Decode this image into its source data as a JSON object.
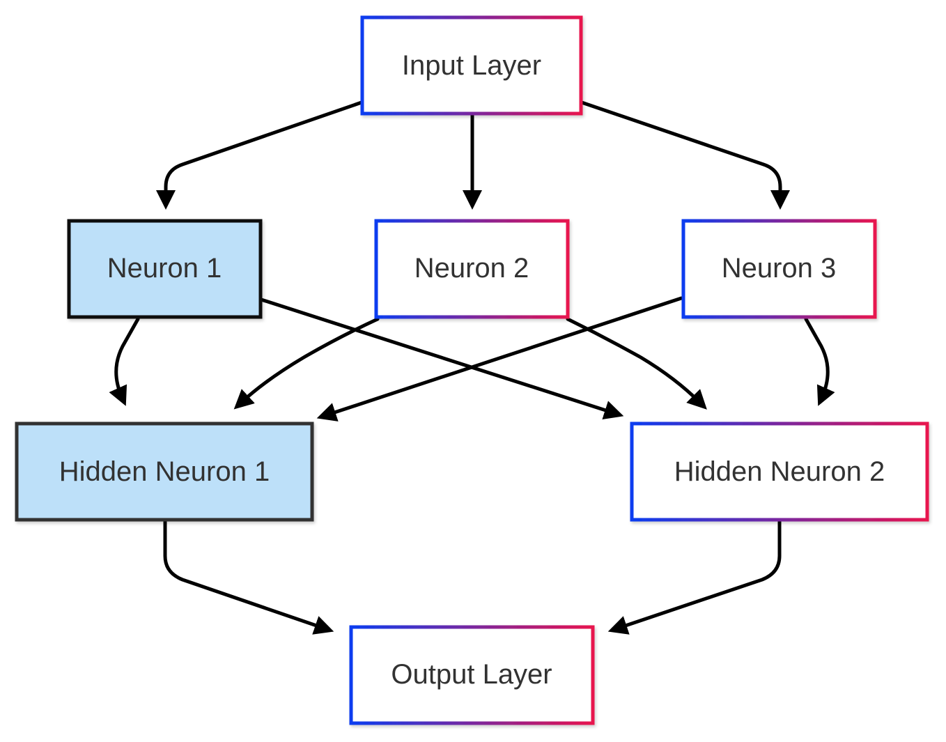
{
  "diagram": {
    "nodes": [
      {
        "id": "input",
        "label": "Input Layer",
        "style": "gradient"
      },
      {
        "id": "n1",
        "label": "Neuron 1",
        "style": "highlight"
      },
      {
        "id": "n2",
        "label": "Neuron 2",
        "style": "gradient"
      },
      {
        "id": "n3",
        "label": "Neuron 3",
        "style": "gradient"
      },
      {
        "id": "h1",
        "label": "Hidden Neuron 1",
        "style": "highlight"
      },
      {
        "id": "h2",
        "label": "Hidden Neuron 2",
        "style": "gradient"
      },
      {
        "id": "output",
        "label": "Output Layer",
        "style": "gradient"
      }
    ],
    "edges": [
      {
        "from": "input",
        "to": "n1"
      },
      {
        "from": "input",
        "to": "n2"
      },
      {
        "from": "input",
        "to": "n3"
      },
      {
        "from": "n1",
        "to": "h1"
      },
      {
        "from": "n1",
        "to": "h2"
      },
      {
        "from": "n2",
        "to": "h1"
      },
      {
        "from": "n2",
        "to": "h2"
      },
      {
        "from": "n3",
        "to": "h1"
      },
      {
        "from": "n3",
        "to": "h2"
      },
      {
        "from": "h1",
        "to": "output"
      },
      {
        "from": "h2",
        "to": "output"
      }
    ]
  },
  "colors": {
    "gradient_start": "#0a3cf0",
    "gradient_end": "#e8124e",
    "highlight_fill": "#bde0f9",
    "highlight_border": "#111111",
    "edge": "#000000",
    "text": "#333333"
  }
}
